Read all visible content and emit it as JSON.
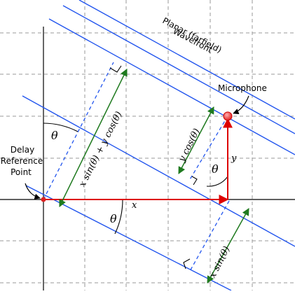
{
  "diagram": {
    "title_line1": "Planar (farfield)",
    "title_line2": "Wavefront",
    "microphone_label": "Microphone",
    "reference_line1": "Delay",
    "reference_line2": "Reference",
    "reference_line3": "Point",
    "x_label": "x",
    "y_label": "y",
    "theta_label": "θ",
    "total_delay_label": "x sin(θ) + y cos(θ)",
    "y_component_label": "y cos(θ)",
    "x_component_label": "x sin(θ)"
  },
  "colors": {
    "wavefront": "#2255ee",
    "position_vector": "#dd0000",
    "distance": "#1f7a1f",
    "grid": "#999999",
    "axis": "#000000"
  }
}
